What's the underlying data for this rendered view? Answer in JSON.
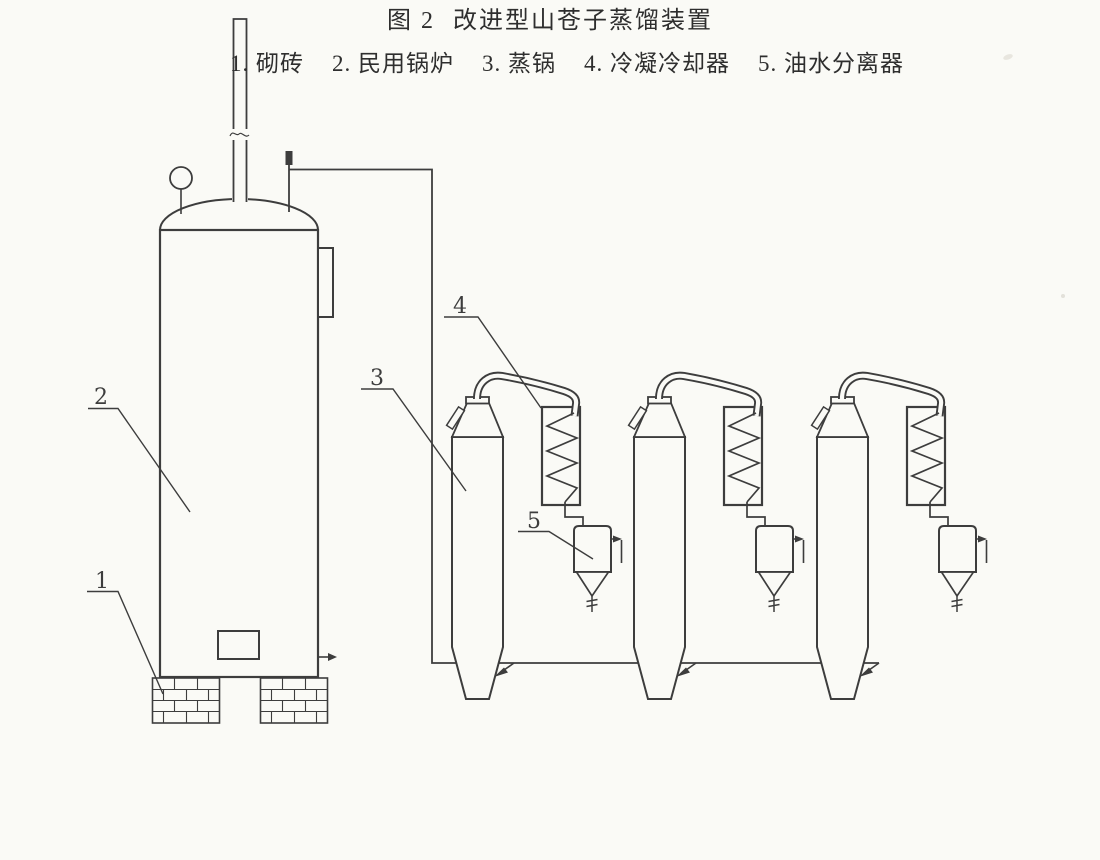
{
  "figure": {
    "title_prefix": "图 2",
    "title": "改进型山苍子蒸馏装置",
    "legend_items": [
      "1. 砌砖",
      "2. 民用锅炉",
      "3. 蒸锅",
      "4. 冷凝冷却器",
      "5. 油水分离器"
    ]
  },
  "callouts": [
    "1",
    "2",
    "3",
    "4",
    "5"
  ],
  "colors": {
    "paper": "#fafaf6",
    "ink": "#3d3d3d"
  }
}
